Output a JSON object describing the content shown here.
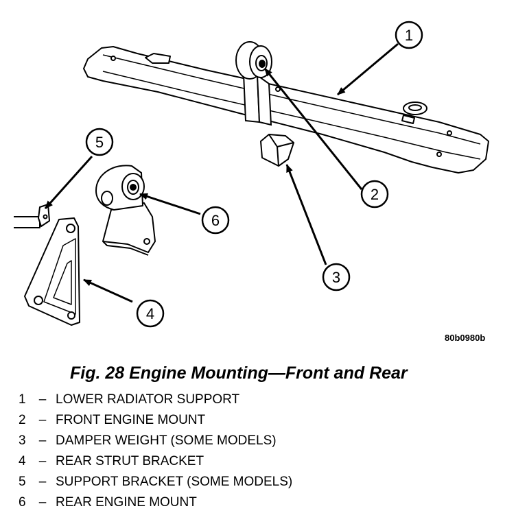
{
  "figure": {
    "code": "80b0980b",
    "caption": "Fig. 28 Engine Mounting—Front and Rear",
    "callouts": [
      "1",
      "2",
      "3",
      "4",
      "5",
      "6"
    ]
  },
  "legend": [
    {
      "num": "1",
      "sep": "–",
      "label": "LOWER RADIATOR SUPPORT"
    },
    {
      "num": "2",
      "sep": "–",
      "label": "FRONT ENGINE MOUNT"
    },
    {
      "num": "3",
      "sep": "–",
      "label": "DAMPER WEIGHT (SOME MODELS)"
    },
    {
      "num": "4",
      "sep": "–",
      "label": "REAR STRUT BRACKET"
    },
    {
      "num": "5",
      "sep": "–",
      "label": "SUPPORT BRACKET (SOME MODELS)"
    },
    {
      "num": "6",
      "sep": "–",
      "label": "REAR ENGINE MOUNT"
    }
  ]
}
